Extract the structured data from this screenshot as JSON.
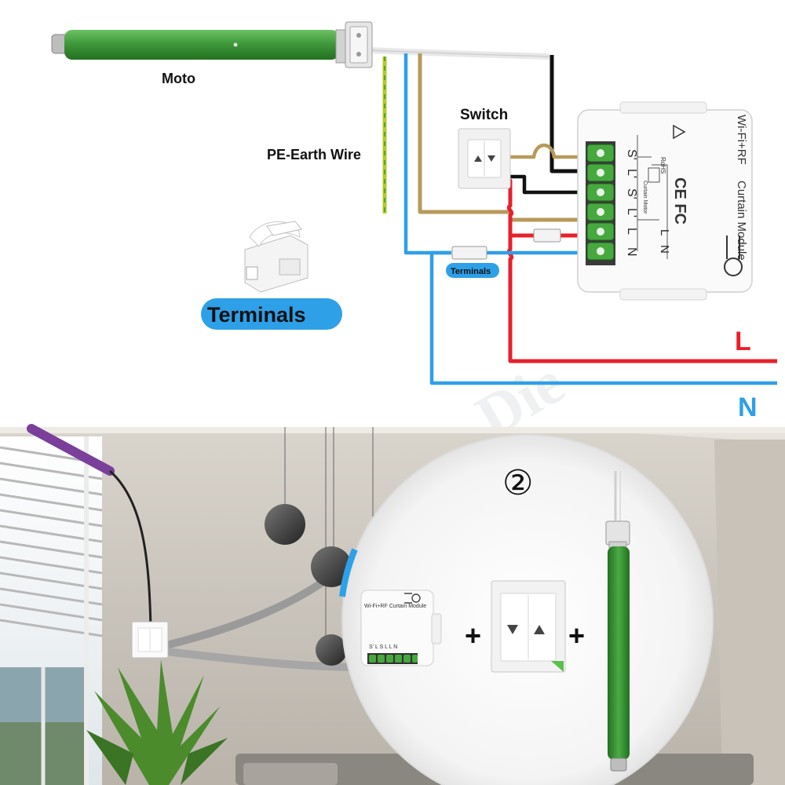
{
  "wiring": {
    "motor_label": "Moto",
    "earth_label": "PE-Earth Wire",
    "switch_label": "Switch",
    "terminals_large_label": "Terminals",
    "terminals_small_label": "Terminals",
    "live_label": "L",
    "neutral_label": "N",
    "module": {
      "title_line1": "Wi-Fi+RF",
      "title_line2": "Curtain Module",
      "certs": "CE FC",
      "rohs": "RoHS",
      "inner_label": "Curtain Motor",
      "terminal_left": [
        "S'",
        "L'",
        "S'",
        "L'",
        "L",
        "N"
      ],
      "terminal_right": [
        "L",
        "N"
      ]
    },
    "watermark": "Die"
  },
  "installation": {
    "step_number": "②",
    "plus_sign": "+",
    "module_title": "Wi-Fi+RF Curtain Module",
    "module_terminals": "S' L S L L N"
  },
  "colors": {
    "live": "#e8202a",
    "neutral": "#2f9fe8",
    "motor_green": "#3f9a3c",
    "earth": "#b7c92a",
    "brown": "#b79a5a",
    "black": "#111111",
    "badge_blue": "#2da0e8"
  }
}
